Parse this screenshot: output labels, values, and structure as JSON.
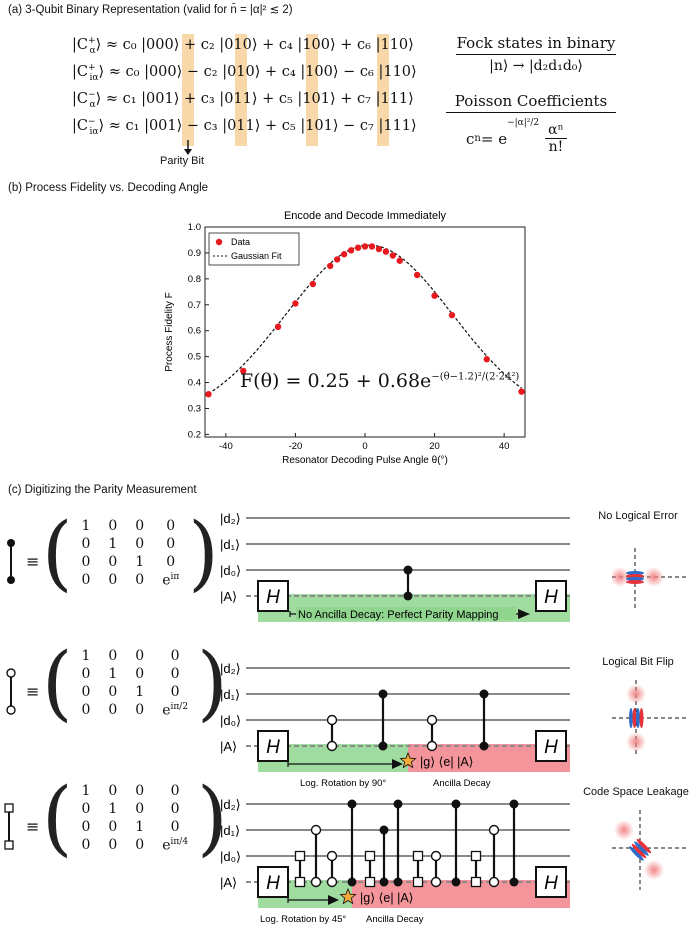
{
  "section_a": {
    "title": "(a) 3-Qubit Binary Representation (valid for n̄ = |α|² ≲ 2)",
    "equations": [
      {
        "lhs": "|C",
        "lhs_sup": "+",
        "lhs_sub": "α",
        "rhs": "⟩ ≈ c₀ |000⟩ + c₂ |010⟩ + c₄ |100⟩ + c₆ |110⟩"
      },
      {
        "lhs": "|C",
        "lhs_sup": "+",
        "lhs_sub": "iα",
        "rhs": "⟩ ≈ c₀ |000⟩ − c₂ |010⟩ + c₄ |100⟩ − c₆ |110⟩"
      },
      {
        "lhs": "|C",
        "lhs_sup": "−",
        "lhs_sub": "α",
        "rhs": "⟩ ≈ c₁ |001⟩ + c₃ |011⟩ + c₅ |101⟩ + c₇ |111⟩"
      },
      {
        "lhs": "|C",
        "lhs_sup": "−",
        "lhs_sub": "iα",
        "rhs": "⟩ ≈ c₁ |001⟩ − c₃ |011⟩ + c₅ |101⟩ − c₇ |111⟩"
      }
    ],
    "parity_bit_label": "Parity Bit",
    "fock_title": "Fock states in binary",
    "fock_expr": "|n⟩ → |d₂d₁d₀⟩",
    "poisson_title": "Poisson Coefficients",
    "poisson_lhs": "c",
    "poisson_sub": "n",
    "poisson_mid": " = e",
    "poisson_exp": "−|α|²/2",
    "poisson_num": "αⁿ",
    "poisson_den": "n!",
    "highlight_color": "#f8d7a8"
  },
  "section_b": {
    "title": "(b) Process Fidelity vs. Decoding Angle",
    "formula_lhs": "F(θ) = 0.25 + 0.68e",
    "formula_exp": "−(θ−1.2)²/(2·24²)"
  },
  "chart_data": {
    "type": "scatter",
    "title": "Encode and Decode Immediately",
    "xlabel": "Resonator Decoding Pulse Angle θ(°)",
    "ylabel": "Process Fidelity F",
    "xlim": [
      -46,
      46
    ],
    "ylim": [
      0.19,
      1.0
    ],
    "xticks": [
      -40,
      -20,
      0,
      20,
      40
    ],
    "yticks": [
      0.2,
      0.3,
      0.4,
      0.5,
      0.6,
      0.7,
      0.8,
      0.9,
      1.0
    ],
    "grid": false,
    "legend_position": "top-left",
    "series": [
      {
        "name": "Data",
        "marker": "circle",
        "color": "#e8191e",
        "x": [
          -45,
          -35,
          -25,
          -20,
          -15,
          -10,
          -8,
          -6,
          -4,
          -2,
          0,
          2,
          4,
          6,
          8,
          10,
          15,
          20,
          25,
          35,
          45
        ],
        "y": [
          0.355,
          0.445,
          0.615,
          0.705,
          0.78,
          0.85,
          0.875,
          0.895,
          0.91,
          0.92,
          0.925,
          0.925,
          0.915,
          0.905,
          0.89,
          0.87,
          0.815,
          0.735,
          0.66,
          0.49,
          0.365
        ]
      },
      {
        "name": "Gaussian Fit",
        "style": "dashed",
        "color": "#111111",
        "fit": {
          "offset": 0.25,
          "amplitude": 0.68,
          "center": 1.2,
          "sigma": 24
        }
      }
    ]
  },
  "section_c": {
    "title": "(c) Digitizing the Parity Measurement",
    "equiv": "≡",
    "matrices": [
      {
        "rows": [
          [
            "1",
            "0",
            "0",
            "0"
          ],
          [
            "0",
            "1",
            "0",
            "0"
          ],
          [
            "0",
            "0",
            "1",
            "0"
          ],
          [
            "0",
            "0",
            "0",
            "e^{iπ}"
          ]
        ],
        "last": "e",
        "last_sup": "iπ"
      },
      {
        "rows": [
          [
            "1",
            "0",
            "0",
            "0"
          ],
          [
            "0",
            "1",
            "0",
            "0"
          ],
          [
            "0",
            "0",
            "1",
            "0"
          ],
          [
            "0",
            "0",
            "0",
            "e^{iπ/2}"
          ]
        ],
        "last": "e",
        "last_sup": "iπ/2"
      },
      {
        "rows": [
          [
            "1",
            "0",
            "0",
            "0"
          ],
          [
            "0",
            "1",
            "0",
            "0"
          ],
          [
            "0",
            "0",
            "1",
            "0"
          ],
          [
            "0",
            "0",
            "0",
            "e^{iπ/4}"
          ]
        ],
        "last": "e",
        "last_sup": "iπ/4"
      }
    ],
    "wire_labels": [
      "|d₂⟩",
      "|d₁⟩",
      "|d₀⟩",
      "|A⟩"
    ],
    "gate_label": "H",
    "circuits": [
      {
        "outcome": "No Logical Error",
        "arrow_text": "No Ancilla Decay: Perfect Parity Mapping"
      },
      {
        "outcome": "Logical Bit Flip",
        "rotation_text": "Log. Rotation by 90°",
        "decay_text": "Ancilla Decay",
        "projector": "|g⟩ ⟨e| |A⟩"
      },
      {
        "outcome": "Code Space Leakage",
        "rotation_text": "Log. Rotation by 45°",
        "decay_text": "Ancilla Decay",
        "projector": "|g⟩ ⟨e| |A⟩"
      }
    ],
    "green_color": "#8fd58e",
    "red_color": "#f2838a",
    "wire_color": "#8a8a8a",
    "star_color": "#f4a93b"
  }
}
